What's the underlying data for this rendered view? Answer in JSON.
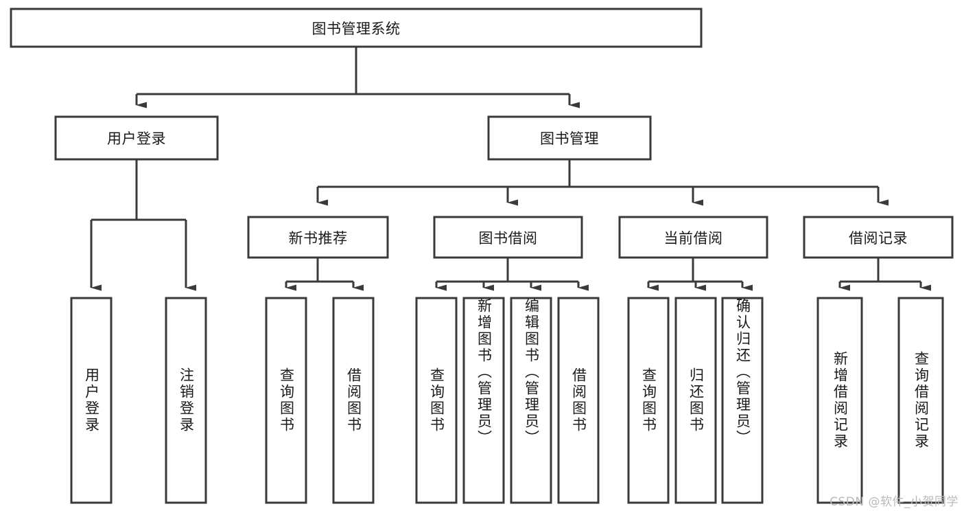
{
  "diagram": {
    "type": "hierarchy-tree",
    "title": "图书管理系统",
    "colors": {
      "box_stroke": "#3a3a3a",
      "box_fill": "#ffffff",
      "connector": "#3a3a3a",
      "text": "#1a1a1a",
      "watermark": "#b9b9b9"
    },
    "root": {
      "label": "图书管理系统"
    },
    "level2": [
      {
        "id": "user-login",
        "label": "用户登录"
      },
      {
        "id": "book-manage",
        "label": "图书管理"
      }
    ],
    "level3": [
      {
        "id": "new-book-recommend",
        "label": "新书推荐"
      },
      {
        "id": "book-borrow",
        "label": "图书借阅"
      },
      {
        "id": "current-borrow",
        "label": "当前借阅"
      },
      {
        "id": "borrow-record",
        "label": "借阅记录"
      }
    ],
    "leaves": [
      {
        "id": "leaf-user-login",
        "label": "用户登录",
        "parent": "user-login"
      },
      {
        "id": "leaf-user-logout",
        "label": "注销登录",
        "parent": "user-login"
      },
      {
        "id": "leaf-query-book-1",
        "label": "查询图书",
        "parent": "new-book-recommend"
      },
      {
        "id": "leaf-borrow-book-1",
        "label": "借阅图书",
        "parent": "new-book-recommend"
      },
      {
        "id": "leaf-query-book-2",
        "label": "查询图书",
        "parent": "book-borrow"
      },
      {
        "id": "leaf-add-book",
        "label": "新增图书（管理员）",
        "parent": "book-borrow"
      },
      {
        "id": "leaf-edit-book",
        "label": "编辑图书（管理员）",
        "parent": "book-borrow"
      },
      {
        "id": "leaf-borrow-book-2",
        "label": "借阅图书",
        "parent": "book-borrow"
      },
      {
        "id": "leaf-query-book-3",
        "label": "查询图书",
        "parent": "current-borrow"
      },
      {
        "id": "leaf-return-book",
        "label": "归还图书",
        "parent": "current-borrow"
      },
      {
        "id": "leaf-confirm-return",
        "label": "确认归还（管理员）",
        "parent": "current-borrow"
      },
      {
        "id": "leaf-add-record",
        "label": "新增借阅记录",
        "parent": "borrow-record"
      },
      {
        "id": "leaf-query-record",
        "label": "查询借阅记录",
        "parent": "borrow-record"
      }
    ],
    "watermark": "CSDN @软件_小贺同学"
  }
}
